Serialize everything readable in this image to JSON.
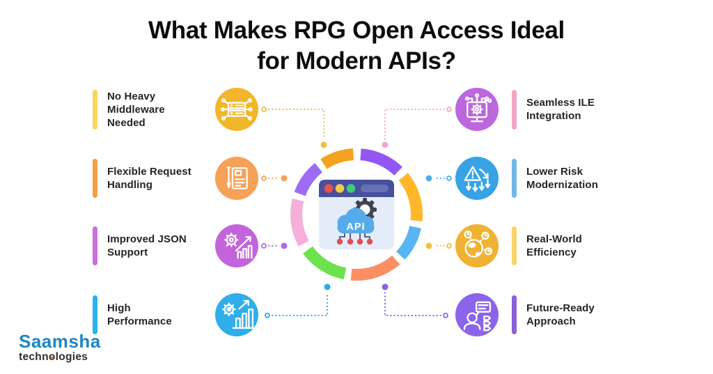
{
  "title": {
    "line1": "What Makes RPG Open Access Ideal",
    "line2": "for Modern APIs?"
  },
  "center_illustration": {
    "api_label": "API",
    "header_color": "#46509C",
    "body_color": "#E4ECFA",
    "cloud_color": "#56ACEA",
    "node_color": "#E04F55"
  },
  "features": {
    "left": [
      {
        "label": "No Heavy\nMiddleware\nNeeded",
        "icon": "middleware-network-icon",
        "accent": "#FBD45C",
        "icon_bg": "#F2B62B",
        "connector": "#F2BE3C"
      },
      {
        "label": "Flexible Request\nHandling",
        "icon": "document-pen-icon",
        "accent": "#F59E45",
        "icon_bg": "#F5A158",
        "connector": "#F5A158"
      },
      {
        "label": "Improved JSON\nSupport",
        "icon": "gear-growth-chart-icon",
        "accent": "#C96FDE",
        "icon_bg": "#C364DC",
        "connector": "#AE6AE4"
      },
      {
        "label": "High\nPerformance",
        "icon": "gear-bar-chart-icon",
        "accent": "#2BB3EE",
        "icon_bg": "#2FAEEA",
        "connector": "#29ABE8"
      }
    ],
    "right": [
      {
        "label": "Seamless ILE\nIntegration",
        "icon": "monitor-gear-icon",
        "accent": "#F2A6C6",
        "icon_bg": "#BC67DD",
        "connector": "#F0A8CC"
      },
      {
        "label": "Lower Risk\nModernization",
        "icon": "warning-down-arrows-icon",
        "accent": "#6FB9E8",
        "icon_bg": "#38A3E4",
        "connector": "#4FAEE8"
      },
      {
        "label": "Real-World\nEfficiency",
        "icon": "globe-clocks-icon",
        "accent": "#F8D469",
        "icon_bg": "#F0B233",
        "connector": "#F0C03C"
      },
      {
        "label": "Future-Ready\nApproach",
        "icon": "person-roadmap-icon",
        "accent": "#8A5FD8",
        "icon_bg": "#8C64EA",
        "connector": "#8A5FE8"
      }
    ]
  },
  "ring": {
    "segments": [
      {
        "from": 4,
        "to": 44,
        "color": "#9257F2"
      },
      {
        "from": 51,
        "to": 96,
        "color": "#FFB629"
      },
      {
        "from": 102,
        "to": 133,
        "color": "#57B6F2"
      },
      {
        "from": 139,
        "to": 185,
        "color": "#FB8F63"
      },
      {
        "from": 191,
        "to": 234,
        "color": "#6CE24E"
      },
      {
        "from": 241,
        "to": 284,
        "color": "#F4AFDA"
      },
      {
        "from": 290,
        "to": 321,
        "color": "#9C6CF2"
      },
      {
        "from": 327,
        "to": 357,
        "color": "#F4A21F"
      }
    ]
  },
  "logo": {
    "name": "Saamsha",
    "sub_prefix": "techn",
    "sub_o": "o",
    "sub_rest": "logies"
  }
}
